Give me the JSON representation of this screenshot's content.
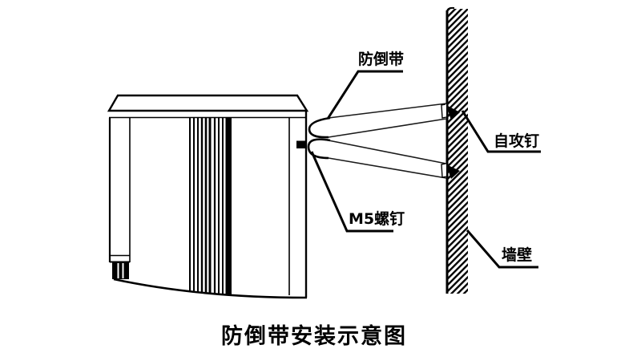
{
  "figure": {
    "title": "防倒带安装示意图",
    "labels": {
      "strap": "防倒带",
      "self_tapping_screw": "自攻钉",
      "m5_screw": "M5螺钉",
      "wall": "墙壁"
    }
  },
  "colors": {
    "line": "#000000",
    "background": "#ffffff"
  }
}
